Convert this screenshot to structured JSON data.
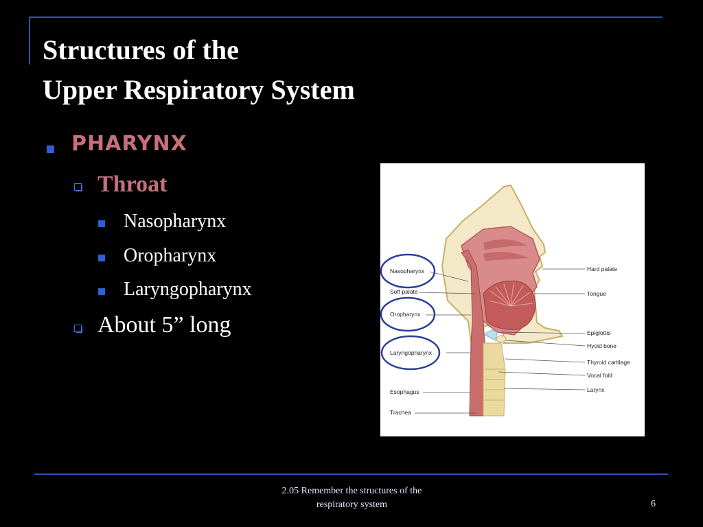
{
  "slide": {
    "title_line1": "Structures of the",
    "title_line2": "Upper Respiratory System",
    "bullets": {
      "level1": "Pharynx",
      "throat": "Throat",
      "sub_items": [
        "Nasopharynx",
        "Oropharynx",
        "Laryngopharynx"
      ],
      "length": "About 5” long"
    },
    "footer_line1": "2.05 Remember the structures of  the",
    "footer_line2": "respiratory system",
    "page_number": "6"
  },
  "figure": {
    "left_labels": [
      "Nasopharynx",
      "Soft palate",
      "Oropharynx",
      "Laryngopharynx",
      "Esophagus",
      "Trachea"
    ],
    "right_labels": [
      "Hard palate",
      "Tongue",
      "Epiglottis",
      "Hyoid bone",
      "Thyroid cartilage",
      "Vocal fold",
      "Larynx"
    ]
  },
  "colors": {
    "accent_blue": "#2b55a8",
    "heading_pink": "#c5707c",
    "circle_blue": "#2a3f96"
  }
}
